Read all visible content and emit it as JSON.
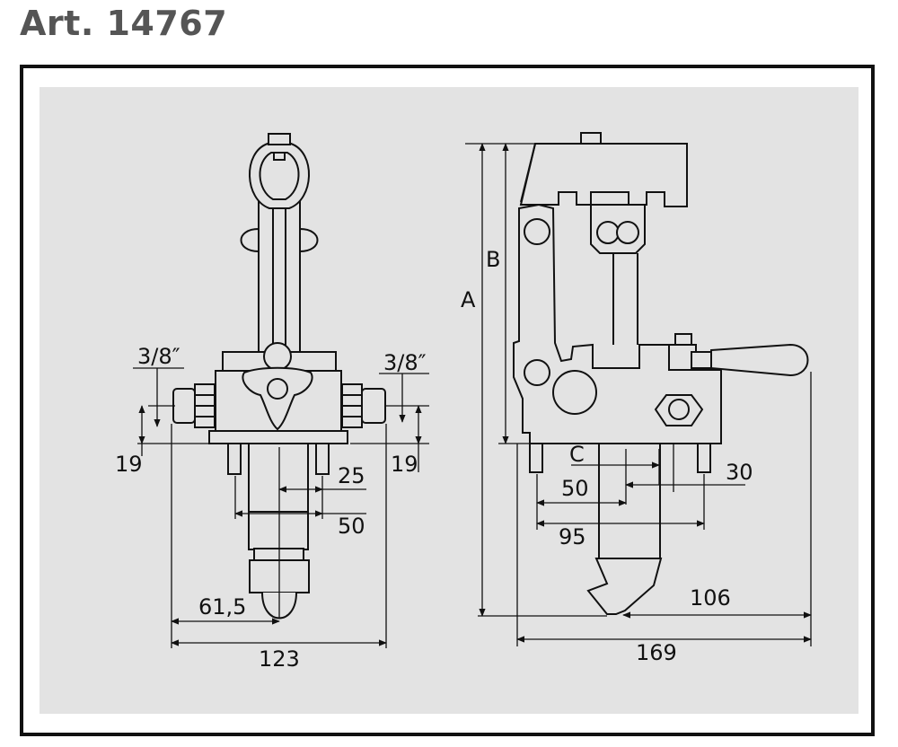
{
  "title": "Art. 14767",
  "colors": {
    "title": "#555555",
    "frame": "#111111",
    "panel": "#e3e3e3",
    "line": "#111111"
  },
  "front_view": {
    "thread_left": "3/8″",
    "thread_right": "3/8″",
    "dim_left_19": "19",
    "dim_right_19": "19",
    "dim_25": "25",
    "dim_50": "50",
    "dim_61_5": "61,5",
    "dim_123": "123"
  },
  "side_view": {
    "label_a": "A",
    "label_b": "B",
    "label_c": "C",
    "dim_50": "50",
    "dim_30": "30",
    "dim_95": "95",
    "dim_106": "106",
    "dim_169": "169"
  }
}
